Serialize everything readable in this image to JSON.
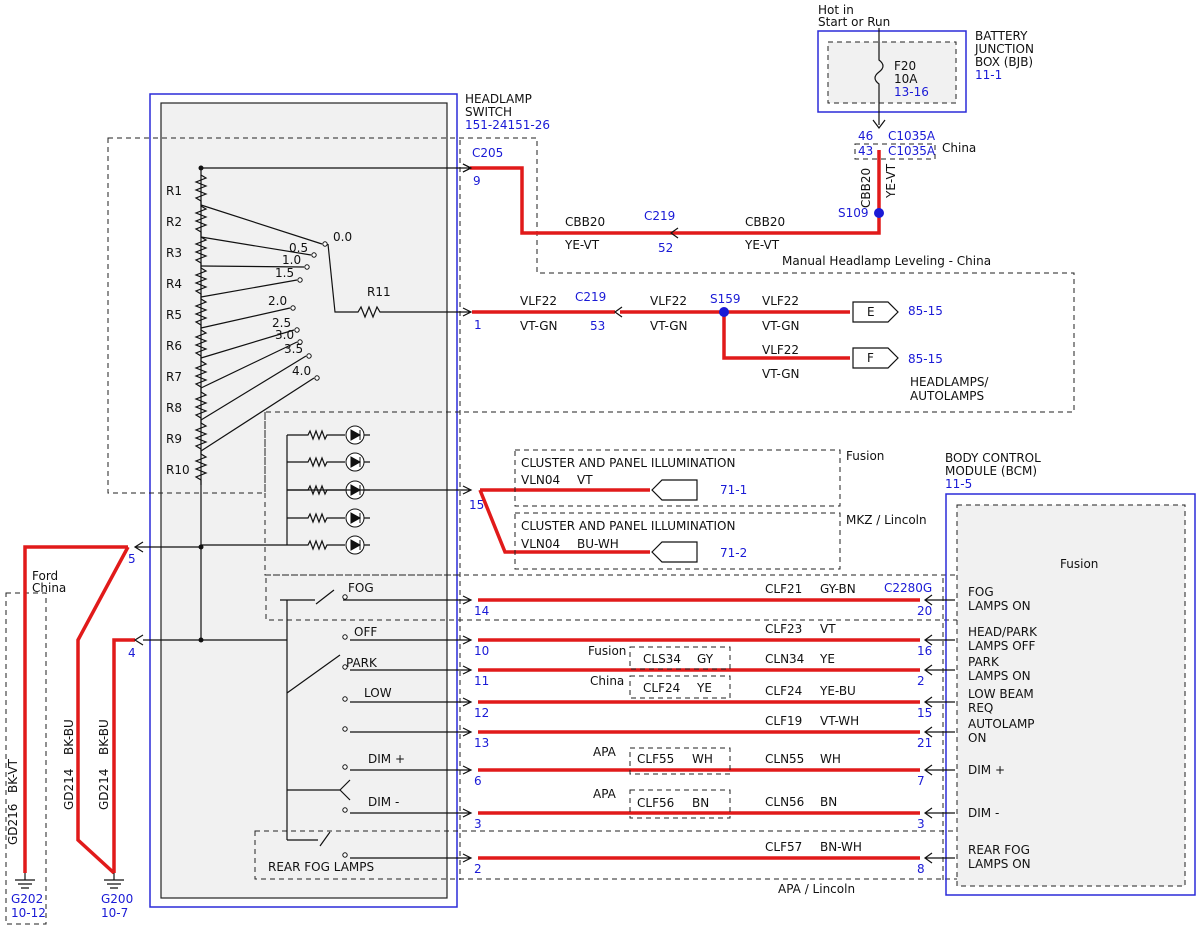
{
  "bjb": {
    "hot": "Hot in",
    "hot2": "Start or Run",
    "title1": "BATTERY",
    "title2": "JUNCTION",
    "title3": "BOX (BJB)",
    "ref": "11-1",
    "fuse": "F20",
    "amps": "10A",
    "fuse_ref": "13-16"
  },
  "headlamp_switch": {
    "title1": "HEADLAMP",
    "title2": "SWITCH",
    "ref": "151-24151-26",
    "connector": "C205"
  },
  "resistors": [
    "R1",
    "R2",
    "R3",
    "R4",
    "R5",
    "R6",
    "R7",
    "R8",
    "R9",
    "R10"
  ],
  "r11": "R11",
  "levels": [
    "0.0",
    "0.5",
    "1.0",
    "1.5",
    "2.0",
    "2.5",
    "3.0",
    "3.5",
    "4.0"
  ],
  "china": {
    "pin46": "46",
    "pin43": "43",
    "c1035a_1": "C1035A",
    "c1035a_2": "C1035A",
    "label": "China",
    "wire1": "CBB20",
    "wire2": "YE-VT",
    "splice": "S109"
  },
  "leveling": {
    "pin9": "9",
    "wire_a": "CBB20",
    "color_a": "YE-VT",
    "c219": "C219",
    "pin52": "52",
    "wire_b": "CBB20",
    "color_b": "YE-VT",
    "caption": "Manual Headlamp Leveling - China"
  },
  "vlf": {
    "pin1": "1",
    "w1": "VLF22",
    "c1": "VT-GN",
    "c219": "C219",
    "pin53": "53",
    "w2": "VLF22",
    "c2": "VT-GN",
    "splice": "S159",
    "w3": "VLF22",
    "c3": "VT-GN",
    "w4": "VLF22",
    "c4": "VT-GN",
    "e": "E",
    "e_ref": "85-15",
    "f": "F",
    "f_ref": "85-15",
    "dest1": "HEADLAMPS/",
    "dest2": "AUTOLAMPS"
  },
  "illum": {
    "pin15": "15",
    "fusion": "Fusion",
    "mkz": "MKZ / Lincoln",
    "title": "CLUSTER AND PANEL ILLUMINATION",
    "title2": "CLUSTER AND PANEL ILLUMINATION",
    "w1": "VLN04",
    "c1": "VT",
    "ref1": "71-1",
    "w2": "VLN04",
    "c2": "BU-WH",
    "ref2": "71-2"
  },
  "bcm": {
    "title1": "BODY CONTROL",
    "title2": "MODULE (BCM)",
    "ref": "11-5",
    "fusion": "Fusion",
    "c2280g": "C2280G"
  },
  "circuits": [
    {
      "sw": "FOG",
      "pin": "14",
      "wire": "CLF21",
      "color": "GY-BN",
      "bpin": "20",
      "l1": "FOG",
      "l2": "LAMPS ON"
    },
    {
      "sw": "OFF",
      "pin": "10",
      "wire": "CLF23",
      "color": "VT",
      "bpin": "16",
      "l1": "HEAD/PARK",
      "l2": "LAMPS OFF"
    },
    {
      "sw": "PARK",
      "pin": "11",
      "wire": "CLN34",
      "color": "YE",
      "bpin": "2",
      "l1": "PARK",
      "l2": "LAMPS ON"
    },
    {
      "sw": "LOW",
      "pin": "12",
      "wire": "CLF24",
      "color": "YE-BU",
      "bpin": "15",
      "l1": "LOW BEAM",
      "l2": "REQ"
    },
    {
      "sw": "",
      "pin": "13",
      "wire": "CLF19",
      "color": "VT-WH",
      "bpin": "21",
      "l1": "AUTOLAMP",
      "l2": "ON"
    },
    {
      "sw": "DIM +",
      "pin": "6",
      "wire": "CLN55",
      "color": "WH",
      "bpin": "7",
      "l1": "DIM +",
      "l2": ""
    },
    {
      "sw": "DIM -",
      "pin": "3",
      "wire": "CLN56",
      "color": "BN",
      "bpin": "3",
      "l1": "DIM -",
      "l2": ""
    },
    {
      "sw": "REAR FOG LAMPS",
      "pin": "2",
      "wire": "CLF57",
      "color": "BN-WH",
      "bpin": "8",
      "l1": "REAR FOG",
      "l2": "LAMPS ON"
    }
  ],
  "variants": {
    "fusion_lbl": "Fusion",
    "fusion_wire": "CLS34",
    "fusion_color": "GY",
    "china_lbl": "China",
    "china_wire": "CLF24",
    "china_color": "YE",
    "apa1_lbl": "APA",
    "apa1_wire": "CLF55",
    "apa1_color": "WH",
    "apa2_lbl": "APA",
    "apa2_wire": "CLF56",
    "apa2_color": "BN",
    "footer": "APA / Lincoln"
  },
  "grounds": {
    "ford": "Ford",
    "china": "China",
    "pin5": "5",
    "pin4": "4",
    "gd216": "GD216",
    "bkvt": "BK-VT",
    "gd214a": "GD214",
    "bkbu_a": "BK-BU",
    "gd214b": "GD214",
    "bkbu_b": "BK-BU",
    "g202": "G202",
    "g202_ref": "10-12",
    "g200": "G200",
    "g200_ref": "10-7"
  }
}
